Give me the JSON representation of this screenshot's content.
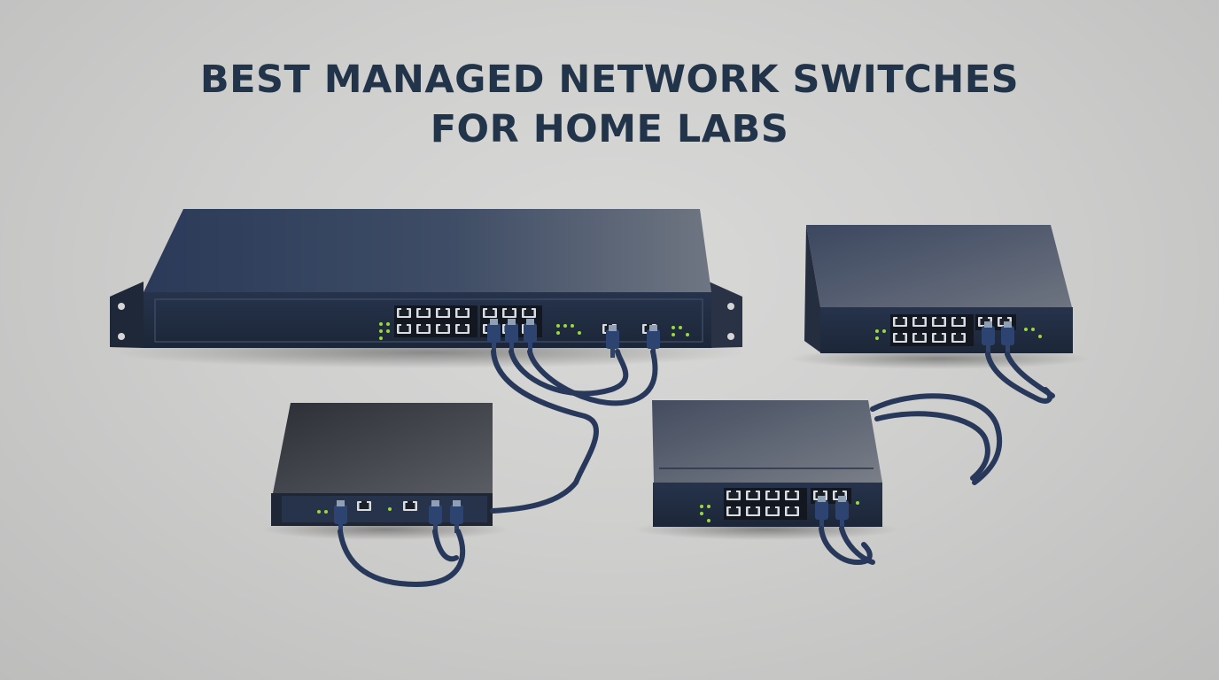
{
  "headline": {
    "line1": "BEST MANAGED NETWORK SWITCHES",
    "line2": "FOR HOME LABS"
  },
  "colors": {
    "text": "#22344a",
    "switch_body": "#2b3a55",
    "cable": "#27385a",
    "led": "#9ad93a",
    "background": "#d0d0cf"
  },
  "scene": {
    "objects": [
      "rackmount-switch",
      "small-switch-right",
      "compact-switch-left",
      "desktop-switch-center"
    ],
    "icons": [
      "rj45-port-icon",
      "status-led-icon",
      "ethernet-cable-icon"
    ]
  }
}
